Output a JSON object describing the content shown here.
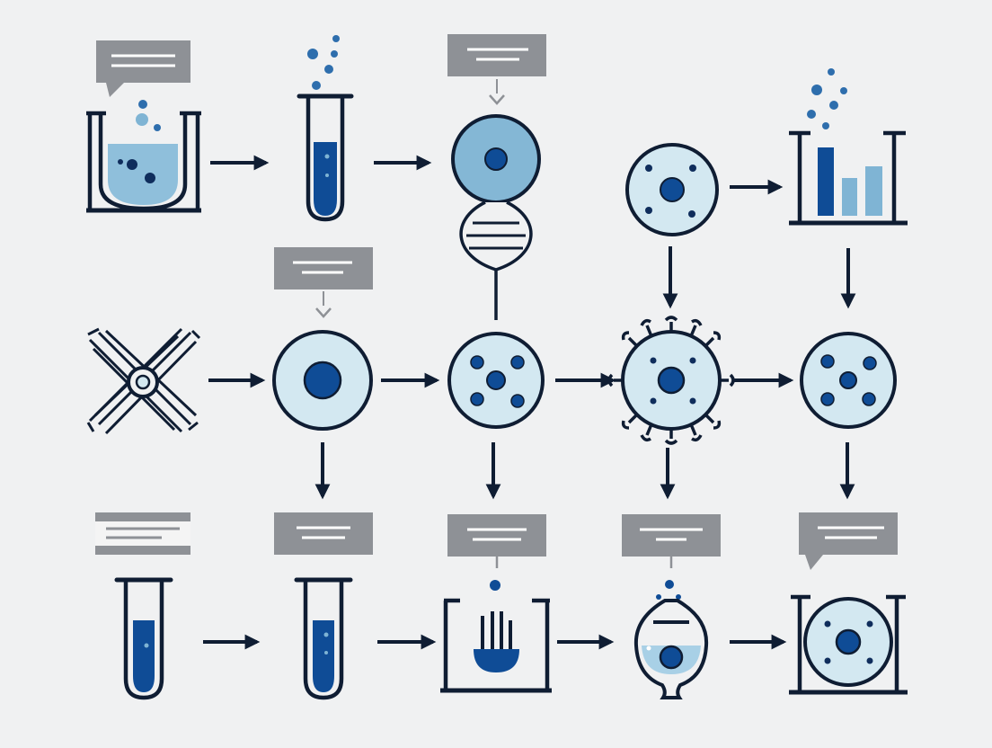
{
  "colors": {
    "background": "#f0f1f2",
    "stroke": "#0f1d33",
    "fill_light": "#d3e8f1",
    "fill_mid": "#7fb4d4",
    "fill_dark": "#0f4c96",
    "fill_medium": "#2e6ead",
    "callout": "#8e9196",
    "callout_line": "#ffffff"
  },
  "nodes": [
    {
      "id": "beaker-sample",
      "icon": "beaker-icon"
    },
    {
      "id": "test-tube-1",
      "icon": "test-tube-icon"
    },
    {
      "id": "cell-nucleus-1",
      "icon": "cell-icon"
    },
    {
      "id": "dna-helix",
      "icon": "dna-icon"
    },
    {
      "id": "cell-particles-1",
      "icon": "cell-particles-icon"
    },
    {
      "id": "bar-chart-result",
      "icon": "bar-chart-icon"
    },
    {
      "id": "fiber-structure",
      "icon": "fiber-x-icon"
    },
    {
      "id": "cell-nucleus-2",
      "icon": "cell-icon"
    },
    {
      "id": "cell-particles-2",
      "icon": "cell-particles-icon"
    },
    {
      "id": "virus",
      "icon": "virus-icon"
    },
    {
      "id": "cell-particles-3",
      "icon": "cell-particles-icon"
    },
    {
      "id": "test-tube-2",
      "icon": "test-tube-icon"
    },
    {
      "id": "test-tube-3",
      "icon": "test-tube-icon"
    },
    {
      "id": "electrode-beaker",
      "icon": "electrode-beaker-icon"
    },
    {
      "id": "separatory-flask",
      "icon": "flask-icon"
    },
    {
      "id": "framed-cell",
      "icon": "framed-cell-icon"
    }
  ],
  "callouts": [
    {
      "id": "callout-beaker",
      "label": ""
    },
    {
      "id": "callout-cell-top",
      "label": ""
    },
    {
      "id": "callout-cell-mid",
      "label": ""
    },
    {
      "id": "callout-tube-bottom",
      "label": ""
    },
    {
      "id": "callout-tube-bottom-2",
      "label": ""
    },
    {
      "id": "callout-electrode",
      "label": ""
    },
    {
      "id": "callout-flask",
      "label": ""
    },
    {
      "id": "callout-framed-cell",
      "label": ""
    }
  ],
  "arrows": [
    {
      "from": "beaker-sample",
      "to": "test-tube-1",
      "direction": "right"
    },
    {
      "from": "test-tube-1",
      "to": "cell-nucleus-1",
      "direction": "right"
    },
    {
      "from": "cell-particles-1",
      "to": "bar-chart-result",
      "direction": "right"
    },
    {
      "from": "cell-particles-1",
      "to": "virus",
      "direction": "down"
    },
    {
      "from": "bar-chart-result",
      "to": "cell-particles-3",
      "direction": "down"
    },
    {
      "from": "fiber-structure",
      "to": "cell-nucleus-2",
      "direction": "right"
    },
    {
      "from": "cell-nucleus-2",
      "to": "cell-particles-2",
      "direction": "right"
    },
    {
      "from": "cell-particles-2",
      "to": "virus",
      "direction": "right"
    },
    {
      "from": "virus",
      "to": "cell-particles-3",
      "direction": "right"
    },
    {
      "from": "cell-nucleus-2",
      "to": "test-tube-3",
      "direction": "down"
    },
    {
      "from": "cell-particles-2",
      "to": "electrode-beaker",
      "direction": "down"
    },
    {
      "from": "virus",
      "to": "separatory-flask",
      "direction": "down"
    },
    {
      "from": "cell-particles-3",
      "to": "framed-cell",
      "direction": "down"
    },
    {
      "from": "test-tube-2",
      "to": "test-tube-3",
      "direction": "right"
    },
    {
      "from": "test-tube-3",
      "to": "electrode-beaker",
      "direction": "right"
    },
    {
      "from": "electrode-beaker",
      "to": "separatory-flask",
      "direction": "right"
    },
    {
      "from": "separatory-flask",
      "to": "framed-cell",
      "direction": "right"
    }
  ]
}
